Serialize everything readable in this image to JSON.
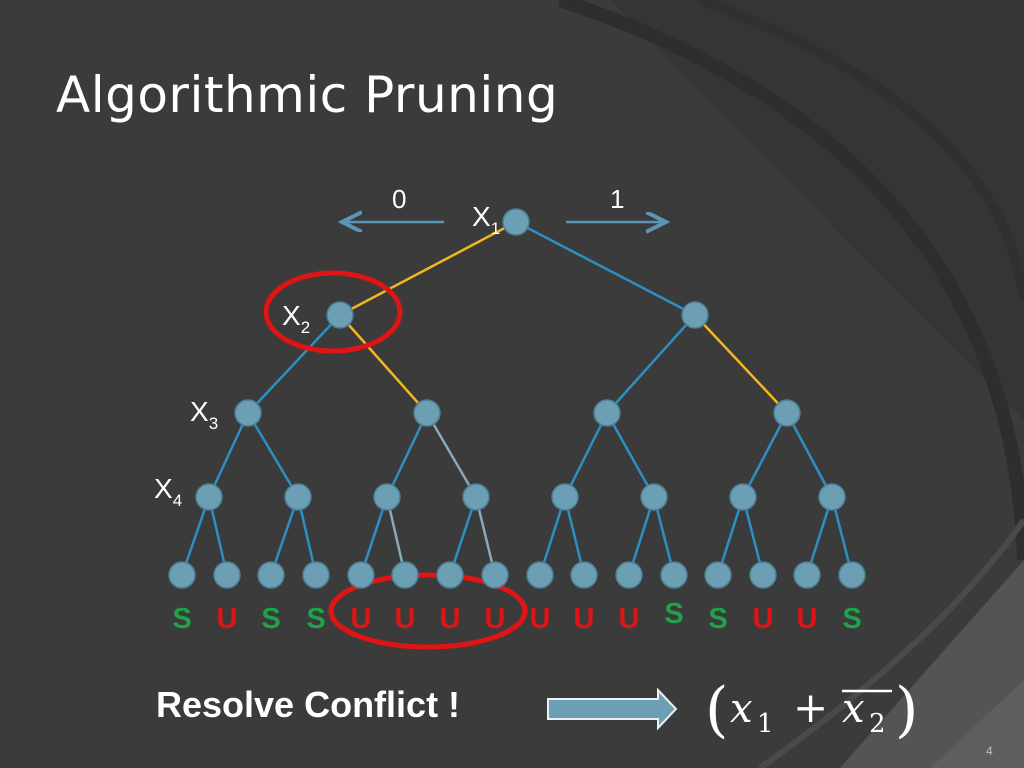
{
  "slide": {
    "title": "Algorithmic Pruning",
    "page_number": "4"
  },
  "diagram": {
    "branch_labels": {
      "left": "0",
      "right": "1"
    },
    "variables": [
      {
        "name": "X",
        "sub": "1"
      },
      {
        "name": "X",
        "sub": "2"
      },
      {
        "name": "X",
        "sub": "3"
      },
      {
        "name": "X",
        "sub": "4"
      }
    ],
    "leaf_labels": [
      "S",
      "U",
      "S",
      "S",
      "U",
      "U",
      "U",
      "U",
      "U",
      "U",
      "U",
      "S",
      "S",
      "U",
      "U",
      "S"
    ],
    "colors": {
      "node_fill": "#6d9fb4",
      "node_stroke": "#4c7f94",
      "edge": "#2e8fc4",
      "edge_pruned": "#f2b61e",
      "edge_faded": "#8aa9b9",
      "highlight": "#e01414",
      "S": "#1ea24a",
      "U": "#e01414",
      "arrow": "#5b95b5"
    }
  },
  "footer": {
    "message": "Resolve Conflict !",
    "formula": {
      "open": "(",
      "var1": "x",
      "sub1": "1",
      "op": "+",
      "var2": "x",
      "sub2": "2",
      "close": ")"
    }
  }
}
